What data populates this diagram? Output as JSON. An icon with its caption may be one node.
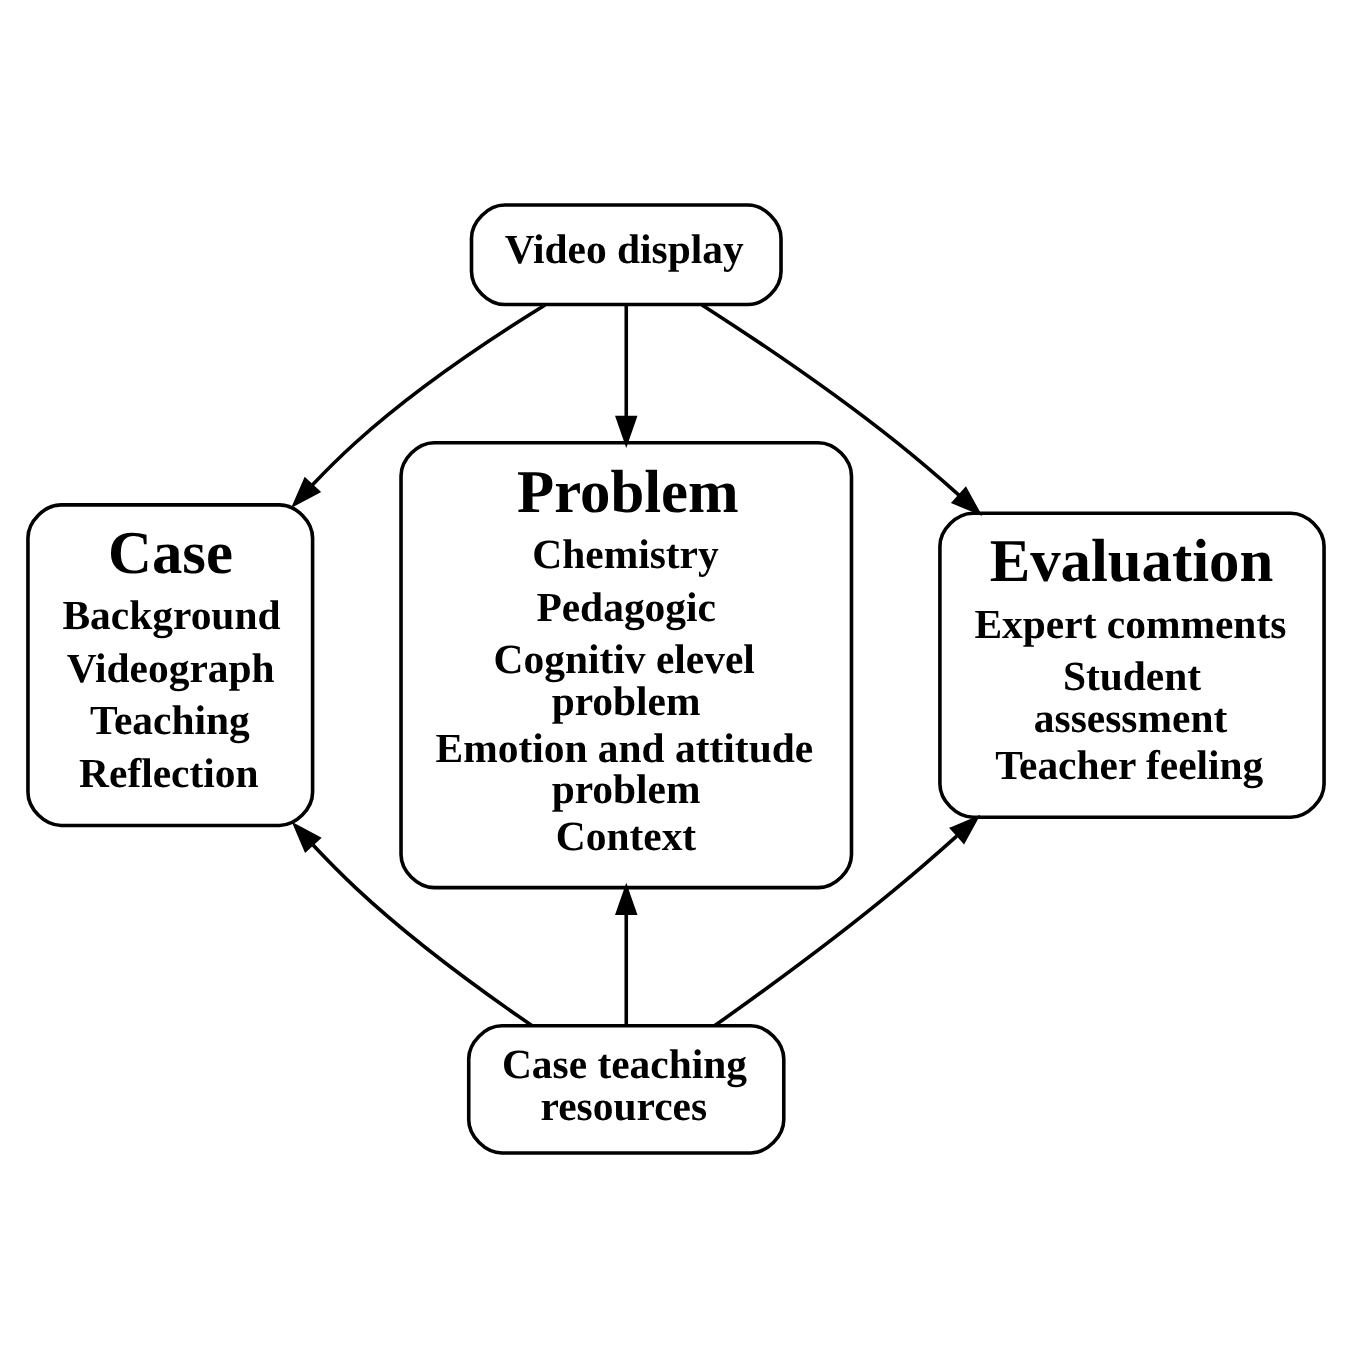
{
  "diagram": {
    "nodes": [
      {
        "text": [
          "Video display"
        ]
      },
      {
        "text": [
          "Case",
          "Background",
          "Videograph",
          "Teaching",
          "Reflection"
        ]
      },
      {
        "text": [
          "Problem",
          "Chemistry",
          "Pedagogic",
          "Cognitiv elevel problem",
          "Emotion and attitude problem",
          "Context"
        ]
      },
      {
        "text": [
          "Evaluation",
          "Expert comments",
          "Student assessment",
          "Teacher feeling"
        ]
      },
      {
        "text": [
          "Case teaching resources"
        ]
      }
    ],
    "edges": [
      {
        "from": 0,
        "to": 1,
        "arrow": "to"
      },
      {
        "from": 0,
        "to": 2,
        "arrow": "to"
      },
      {
        "from": 0,
        "to": 3,
        "arrow": "to"
      },
      {
        "from": 4,
        "to": 1,
        "arrow": "to"
      },
      {
        "from": 4,
        "to": 2,
        "arrow": "to"
      },
      {
        "from": 4,
        "to": 3,
        "arrow": "to"
      }
    ]
  }
}
